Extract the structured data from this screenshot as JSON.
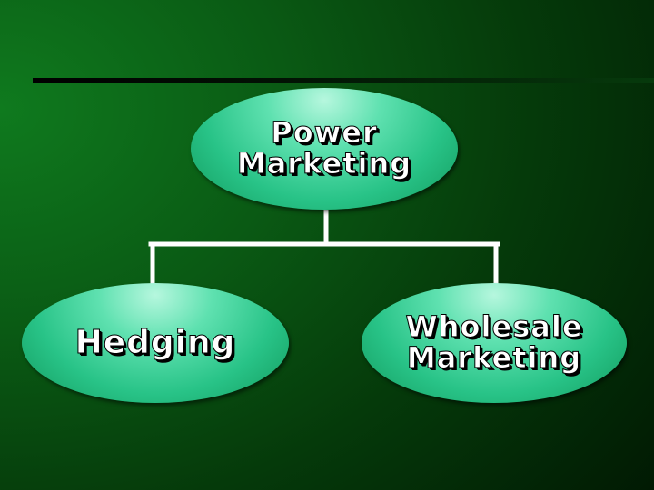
{
  "diagram": {
    "root": {
      "line1": "Power",
      "line2": "Marketing"
    },
    "children": [
      {
        "line1": "Hedging"
      },
      {
        "line1": "Wholesale",
        "line2": "Marketing"
      }
    ]
  },
  "colors": {
    "node_fill": "#28c387",
    "node_highlight": "#b6f7de",
    "connector": "#ffffff",
    "background_light": "#0f7a1e",
    "background_dark": "#011a03",
    "text": "#ffffff"
  }
}
